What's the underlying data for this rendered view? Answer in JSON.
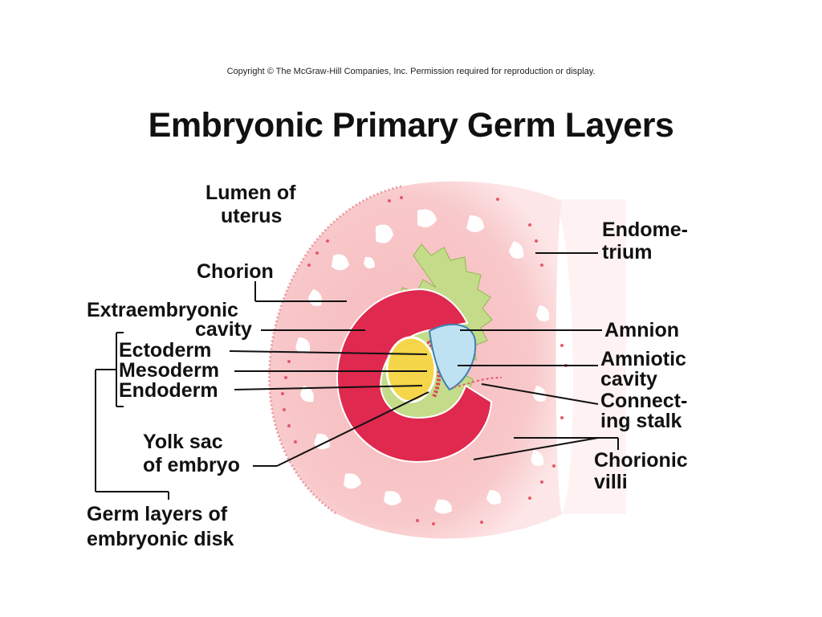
{
  "copyright": "Copyright © The McGraw-Hill Companies, Inc. Permission required for reproduction or display.",
  "title": "Embryonic Primary Germ Layers",
  "labels": {
    "lumen": [
      "Lumen of",
      "uterus"
    ],
    "endometrium": [
      "Endome-",
      "trium"
    ],
    "chorion": [
      "Chorion"
    ],
    "extraembryonic": [
      "Extraembryonic",
      "cavity"
    ],
    "ectoderm": [
      "Ectoderm"
    ],
    "mesoderm": [
      "Mesoderm"
    ],
    "endoderm": [
      "Endoderm"
    ],
    "amnion": [
      "Amnion"
    ],
    "amniotic": [
      "Amniotic",
      "cavity"
    ],
    "connecting": [
      "Connect-",
      "ing stalk"
    ],
    "yolk": [
      "Yolk sac",
      "of embryo"
    ],
    "villi": [
      "Chorionic",
      "villi"
    ],
    "germ": [
      "Germ layers of",
      "embryonic disk"
    ]
  },
  "colors": {
    "endometrium": "#f7c4c6",
    "chorion_green": "#c4dc8a",
    "cavity_red": "#e0294f",
    "amnion_blue": "#bfe2f2",
    "yolk_yellow": "#f5d64a",
    "gland_white": "#ffffff"
  }
}
